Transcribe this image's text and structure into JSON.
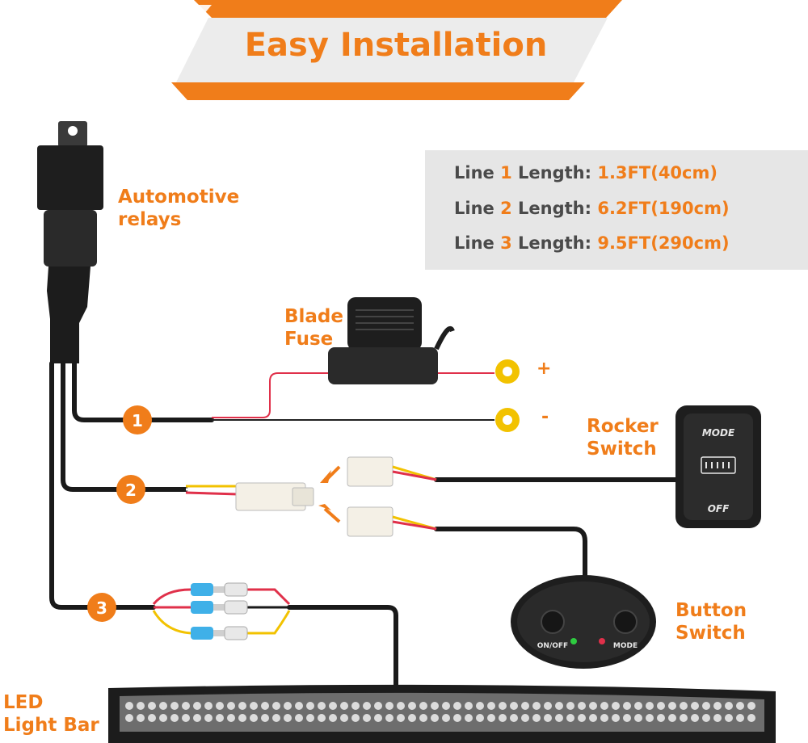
{
  "banner": {
    "title": "Easy Installation"
  },
  "lengths": [
    {
      "prefix": "Line",
      "num": "1",
      "mid": "Length:",
      "value": "1.3FT(40cm)"
    },
    {
      "prefix": "Line",
      "num": "2",
      "mid": "Length:",
      "value": "6.2FT(190cm)"
    },
    {
      "prefix": "Line",
      "num": "3",
      "mid": "Length:",
      "value": "9.5FT(290cm)"
    }
  ],
  "labels": {
    "relay": [
      "Automotive",
      "relays"
    ],
    "fuse": [
      "Blade",
      "Fuse"
    ],
    "rocker": [
      "Rocker",
      "Switch"
    ],
    "button": [
      "Button",
      "Switch"
    ],
    "lightbar": [
      "LED",
      "Light Bar"
    ]
  },
  "terminals": {
    "plus": "+",
    "minus": "-"
  },
  "badges": [
    "1",
    "2",
    "3"
  ],
  "rocker_switch": {
    "top": "MODE",
    "bottom": "OFF"
  },
  "button_switch": {
    "left": "ON/OFF",
    "right": "MODE"
  },
  "colors": {
    "accent": "#f07d1a",
    "wire": "#1a1a1a",
    "red_wire": "#e0304a",
    "yellow_wire": "#f2c200",
    "box": "#e6e6e6"
  }
}
